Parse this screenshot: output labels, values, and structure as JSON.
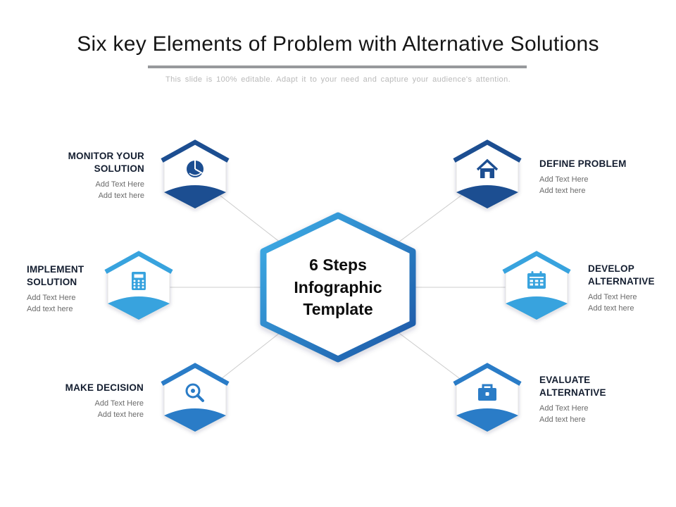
{
  "slide": {
    "title": "Six key Elements of Problem with Alternative Solutions",
    "subtitle": "This slide is 100% editable. Adapt it to your need and capture your audience's attention."
  },
  "center": {
    "label": "6 Steps Infographic Template"
  },
  "nodes": [
    {
      "id": "monitor-your-solution",
      "title": "MONITOR YOUR SOLUTION",
      "line1": "Add Text Here",
      "line2": "Add text here",
      "icon": "pie-chart-icon",
      "color": "#1c4e91"
    },
    {
      "id": "define-problem",
      "title": "DEFINE PROBLEM",
      "line1": "Add Text Here",
      "line2": "Add text here",
      "icon": "house-icon",
      "color": "#1c4e91"
    },
    {
      "id": "implement-solution",
      "title": "IMPLEMENT SOLUTION",
      "line1": "Add Text Here",
      "line2": "Add text here",
      "icon": "calculator-icon",
      "color": "#38a3de"
    },
    {
      "id": "develop-alternative",
      "title": "DEVELOP ALTERNATIVE",
      "line1": "Add Text Here",
      "line2": "Add text here",
      "icon": "calendar-icon",
      "color": "#38a3de"
    },
    {
      "id": "make-decision",
      "title": "MAKE DECISION",
      "line1": "Add Text Here",
      "line2": "Add text here",
      "icon": "magnifier-icon",
      "color": "#2a7cc7"
    },
    {
      "id": "evaluate-alternative",
      "title": "EVALUATE ALTERNATIVE",
      "line1": "Add Text Here",
      "line2": "Add text here",
      "icon": "briefcase-icon",
      "color": "#2a7cc7"
    }
  ],
  "colors": {
    "center_gradient_start": "#3fb0e8",
    "center_gradient_end": "#1b55a5",
    "connector": "#cccccc",
    "divider": "#97999c"
  }
}
